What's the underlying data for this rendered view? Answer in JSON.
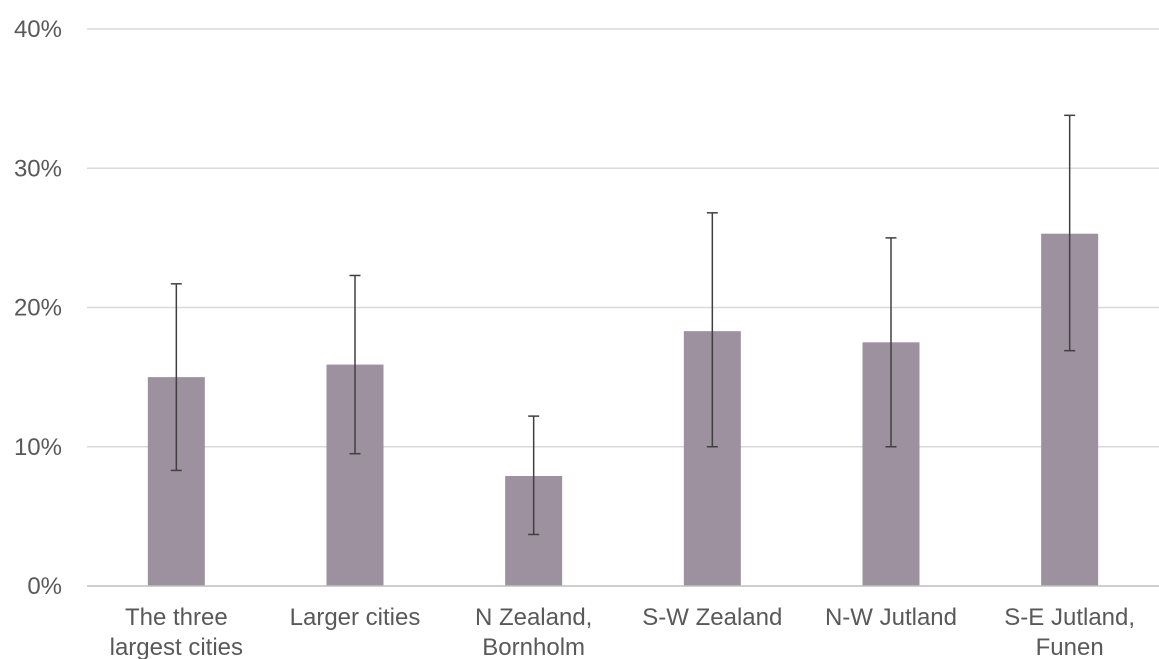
{
  "chart_data": {
    "type": "bar",
    "title": "",
    "xlabel": "",
    "ylabel": "",
    "ylim": [
      0,
      40
    ],
    "yticks": [
      0,
      10,
      20,
      30,
      40
    ],
    "ytick_labels": [
      "0%",
      "10%",
      "20%",
      "30%",
      "40%"
    ],
    "y_unit": "%",
    "grid": true,
    "legend": "none",
    "categories": [
      [
        "The three",
        "largest cities"
      ],
      [
        "Larger cities"
      ],
      [
        "N Zealand,",
        "Bornholm"
      ],
      [
        "S-W Zealand"
      ],
      [
        "N-W Jutland"
      ],
      [
        "S-E Jutland,",
        "Funen"
      ]
    ],
    "values": [
      15.0,
      15.9,
      7.9,
      18.3,
      17.5,
      25.3
    ],
    "error_low": [
      8.3,
      9.5,
      3.7,
      10.0,
      10.0,
      16.9
    ],
    "error_high": [
      21.7,
      22.3,
      12.2,
      26.8,
      25.0,
      33.8
    ],
    "colors": {
      "bar": "#9d909f",
      "grid": "#d9d9d9",
      "axis": "#bfbfbf",
      "error_bar": "#404040",
      "text": "#595959"
    }
  }
}
